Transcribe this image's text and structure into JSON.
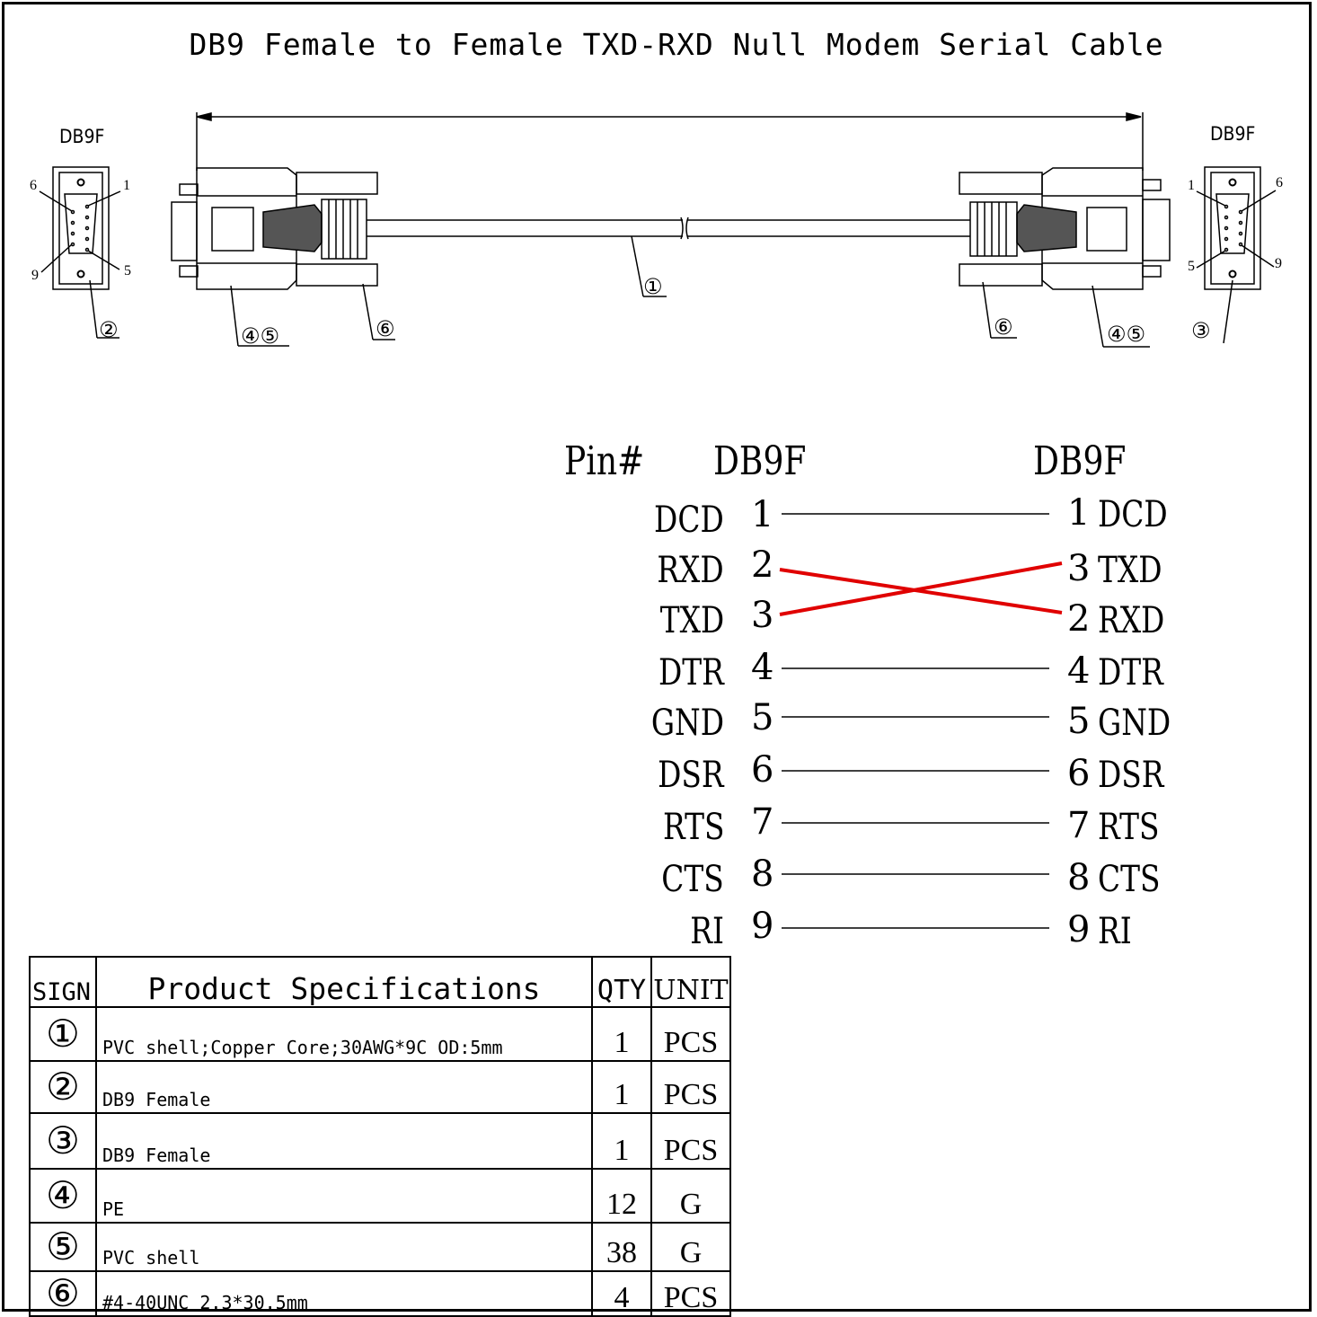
{
  "title": "DB9 Female to Female TXD-RXD Null Modem Serial Cable",
  "drawing": {
    "left_connector_label": "DB9F",
    "right_connector_label": "DB9F",
    "left_pins": {
      "p6": "6",
      "p1": "1",
      "p9": "9",
      "p5": "5"
    },
    "right_pins": {
      "p1": "1",
      "p6": "6",
      "p5": "5",
      "p9": "9"
    },
    "callouts": {
      "c1": "①",
      "c2": "②",
      "c3": "③",
      "c45_left": "④⑤",
      "c6_left": "⑥",
      "c6_right": "⑥",
      "c45_right": "④⑤"
    }
  },
  "pinout": {
    "header_pin": "Pin#",
    "header_left": "DB9F",
    "header_right": "DB9F",
    "wire_color": "#000000",
    "cross_color": "#e00000",
    "rows": [
      {
        "left_name": "DCD",
        "left_pin": "1",
        "right_pin": "1",
        "right_name": "DCD"
      },
      {
        "left_name": "RXD",
        "left_pin": "2",
        "right_pin": "3",
        "right_name": "TXD"
      },
      {
        "left_name": "TXD",
        "left_pin": "3",
        "right_pin": "2",
        "right_name": "RXD"
      },
      {
        "left_name": "DTR",
        "left_pin": "4",
        "right_pin": "4",
        "right_name": "DTR"
      },
      {
        "left_name": "GND",
        "left_pin": "5",
        "right_pin": "5",
        "right_name": "GND"
      },
      {
        "left_name": "DSR",
        "left_pin": "6",
        "right_pin": "6",
        "right_name": "DSR"
      },
      {
        "left_name": "RTS",
        "left_pin": "7",
        "right_pin": "7",
        "right_name": "RTS"
      },
      {
        "left_name": "CTS",
        "left_pin": "8",
        "right_pin": "8",
        "right_name": "CTS"
      },
      {
        "left_name": "RI",
        "left_pin": "9",
        "right_pin": "9",
        "right_name": "RI"
      }
    ]
  },
  "spec_table": {
    "headers": {
      "sign": "SIGN",
      "spec": "Product Specifications",
      "qty": "QTY",
      "unit": "UNIT"
    },
    "rows": [
      {
        "sign": "①",
        "spec": "PVC shell;Copper Core;30AWG*9C OD:5mm",
        "qty": "1",
        "unit": "PCS"
      },
      {
        "sign": "②",
        "spec": "DB9 Female",
        "qty": "1",
        "unit": "PCS"
      },
      {
        "sign": "③",
        "spec": "DB9 Female",
        "qty": "1",
        "unit": "PCS"
      },
      {
        "sign": "④",
        "spec": "PE",
        "qty": "12",
        "unit": "G"
      },
      {
        "sign": "⑤",
        "spec": "PVC shell",
        "qty": "38",
        "unit": "G"
      },
      {
        "sign": "⑥",
        "spec": "#4-40UNC 2.3*30.5mm",
        "qty": "4",
        "unit": "PCS"
      }
    ]
  }
}
